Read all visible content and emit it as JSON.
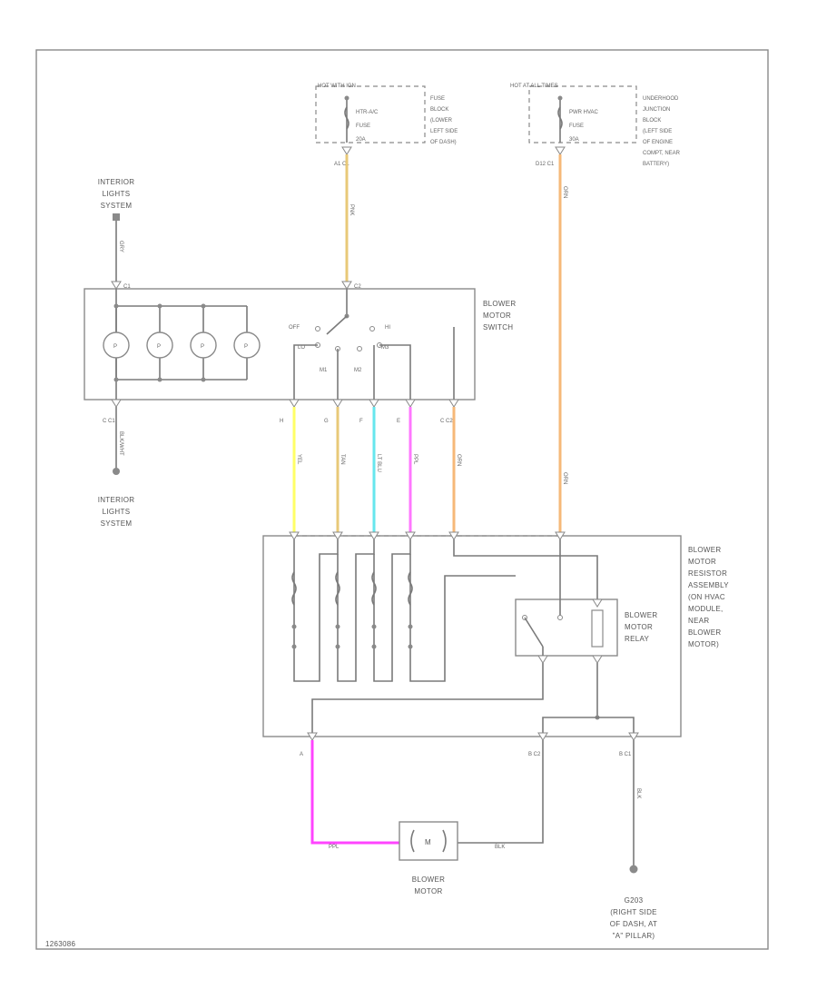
{
  "colors": {
    "yellow_wire": "#ffff66",
    "tan_wire": "#e8c978",
    "light_blue_wire": "#66e6ee",
    "pink_wire": "#ff77ff",
    "orange_wire": "#f6b878",
    "magenta_wire": "#ff44ff",
    "frame": "#8a8a8a"
  },
  "fuse_left": {
    "header": "HOT WITH IGN",
    "fuse_label": [
      "HTR-A/C",
      "FUSE",
      "20A"
    ],
    "connector": "A1  C1",
    "location": [
      "FUSE",
      "BLOCK",
      "(LOWER",
      "LEFT SIDE",
      "OF DASH)"
    ]
  },
  "fuse_right": {
    "header": "HOT AT ALL TIMES",
    "fuse_label": [
      "PWR HVAC",
      "FUSE",
      "30A"
    ],
    "connector": "D12  C1",
    "location": [
      "UNDERHOOD",
      "JUNCTION",
      "BLOCK",
      "(LEFT SIDE",
      "OF ENGINE",
      "COMPT, NEAR",
      "BATTERY)"
    ]
  },
  "interior_lights_top": [
    "INTERIOR",
    "LIGHTS",
    "SYSTEM"
  ],
  "interior_lights_bottom": [
    "INTERIOR",
    "LIGHTS",
    "SYSTEM"
  ],
  "blower_switch": {
    "label": [
      "BLOWER",
      "MOTOR",
      "SWITCH"
    ],
    "pin_top_left": "C1",
    "pin_top_right": "C2",
    "pin_bottom_left": "C  C1",
    "pin_bottom_right": "C  C2",
    "positions": [
      "OFF",
      "HI",
      "LO",
      "M1",
      "M2",
      "M3"
    ],
    "bottom_pins": [
      "H",
      "G",
      "F",
      "E"
    ]
  },
  "resistor_assembly": {
    "label": [
      "BLOWER",
      "MOTOR",
      "RESISTOR",
      "ASSEMBLY",
      "(ON HVAC",
      "MODULE,",
      "NEAR",
      "BLOWER",
      "MOTOR)"
    ],
    "pin_a": "A",
    "pin_b2": "B  C2",
    "pin_b1": "B  C1"
  },
  "relay": {
    "label": [
      "BLOWER",
      "MOTOR",
      "RELAY"
    ]
  },
  "motor": {
    "label": [
      "BLOWER",
      "MOTOR"
    ],
    "symbol": "M"
  },
  "ground": {
    "label": [
      "G203",
      "(RIGHT SIDE",
      "OF DASH, AT",
      "\"A\" PILLAR)"
    ]
  },
  "wire_labels": {
    "ign_feed": "PNK",
    "batt_feed": "ORN",
    "illum": "GRY",
    "illum_out": "BLK/WHT",
    "yel": "YEL",
    "tan": "TAN",
    "lt_blu": "LT BLU",
    "ppl": "PPL",
    "orn": "ORN",
    "motor_in": "PPL",
    "motor_out": "BLK",
    "ground_wire": "BLK"
  },
  "footer_code": "1263086"
}
